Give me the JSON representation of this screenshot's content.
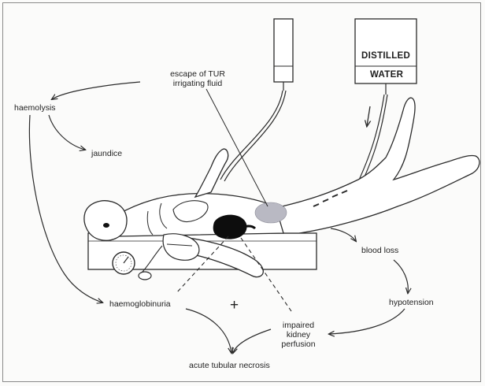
{
  "labels": {
    "escape_line1": "escape of TUR",
    "escape_line2": "irrigating fluid",
    "haemolysis": "haemolysis",
    "jaundice": "jaundice",
    "haemoglobinuria": "haemoglobinuria",
    "plus": "+",
    "acute_tubular_necrosis": "acute tubular necrosis",
    "impaired_line1": "impaired",
    "impaired_line2": "kidney",
    "impaired_line3": "perfusion",
    "blood_loss": "blood loss",
    "hypotension": "hypotension"
  },
  "bag": {
    "line1": "DISTILLED",
    "line2": "WATER"
  },
  "colors": {
    "line": "#2a2a2a",
    "kidney": "#0d0d0d",
    "bladder_region": "#b9b9c3",
    "background": "#fbfbfa"
  }
}
